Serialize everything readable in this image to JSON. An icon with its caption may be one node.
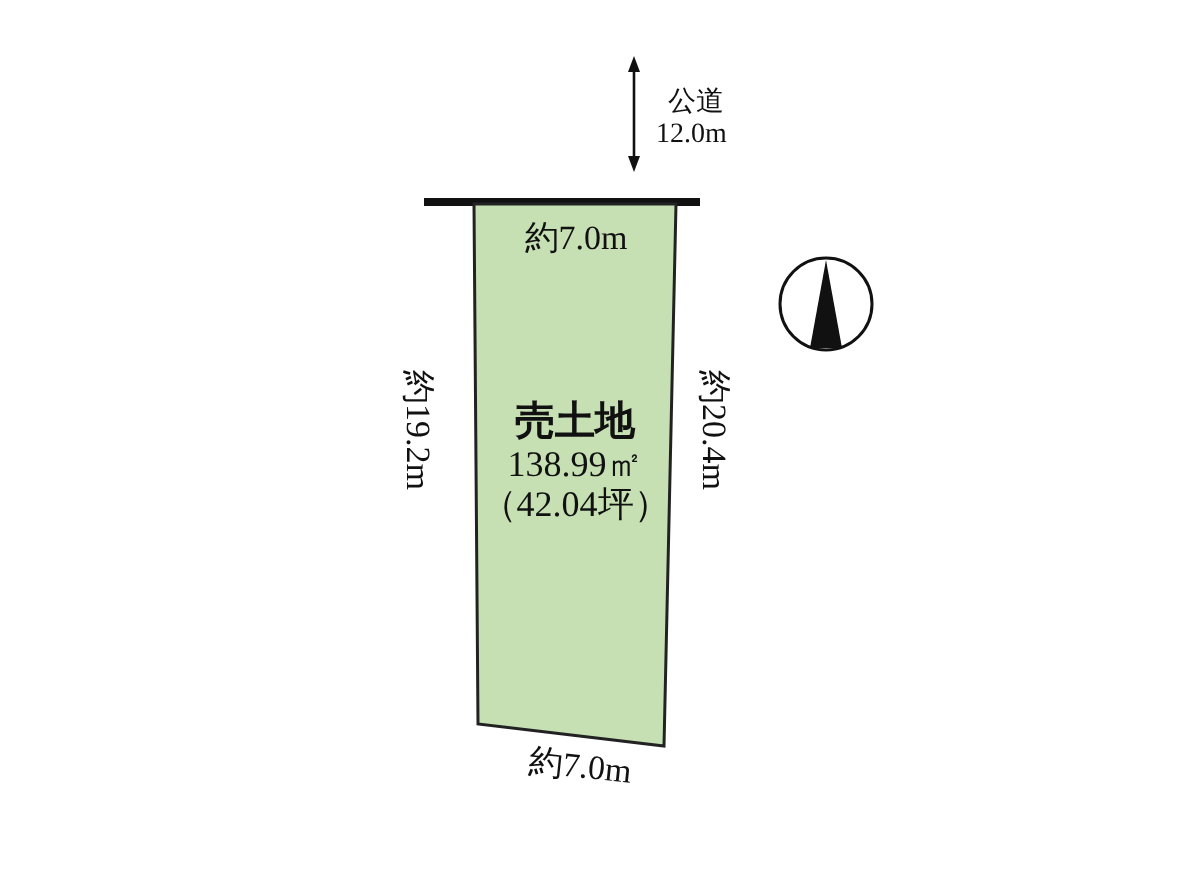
{
  "diagram": {
    "nodes": [
      {
        "text": [
          "売土地",
          "138.99㎡",
          "（42.04坪）"
        ]
      }
    ],
    "labels": [
      "公道",
      "12.0m",
      "約7.0m",
      "約19.2m",
      "約20.4m",
      "約7.0m"
    ]
  }
}
